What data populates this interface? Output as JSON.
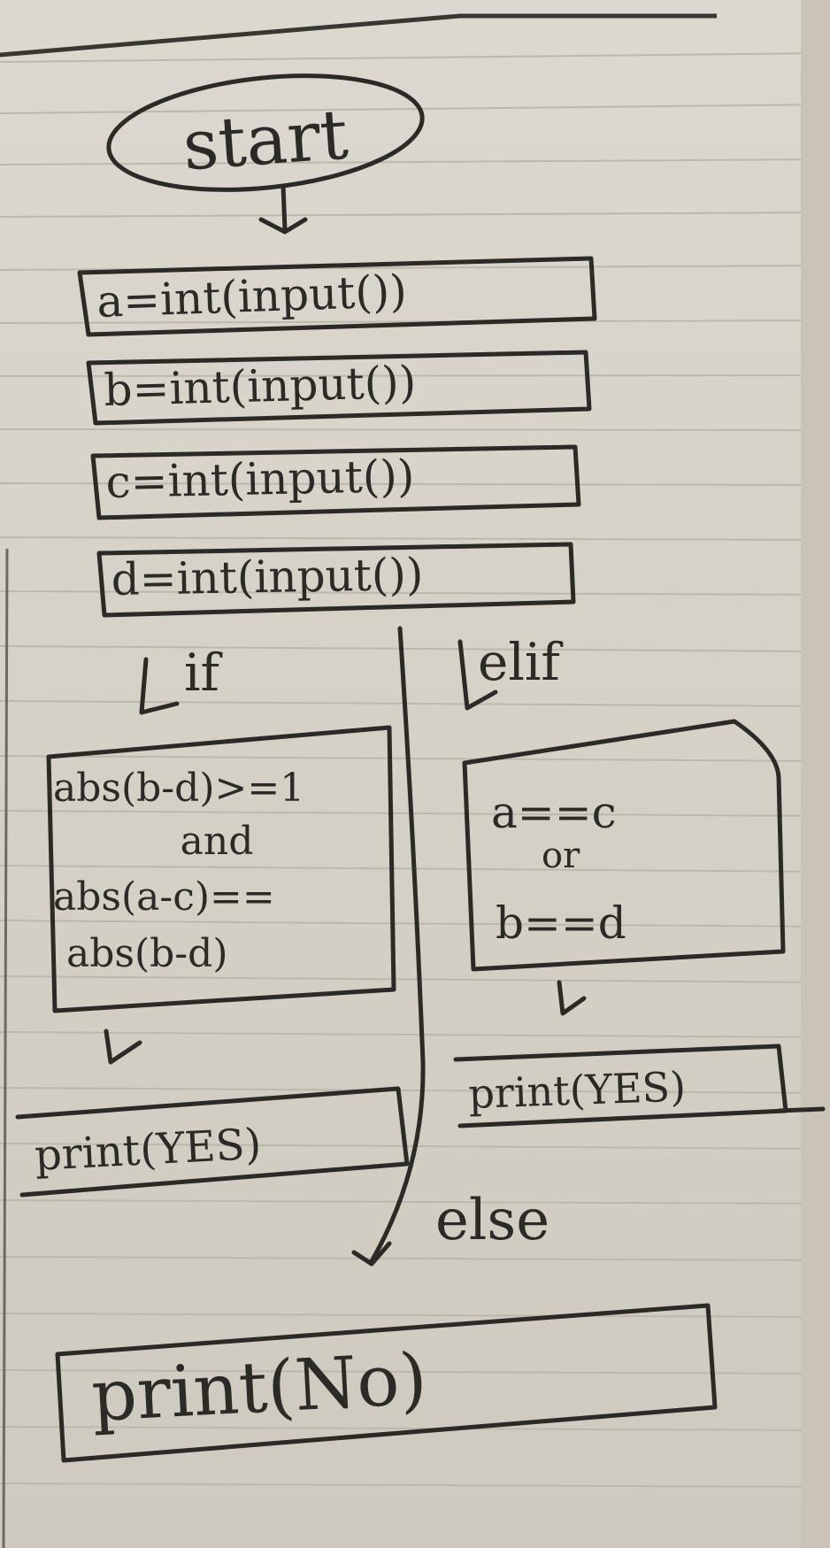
{
  "flowchart": {
    "start": "start",
    "inputs": [
      "a=int(input())",
      "b=int(input())",
      "c=int(input())",
      "d=int(input())"
    ],
    "if_label": "if",
    "elif_label": "elif",
    "else_label": "else",
    "if_condition": [
      "abs(b-d)>=1",
      "and",
      "abs(a-c)==",
      "abs(b-d)"
    ],
    "elif_condition": [
      "a==c",
      "or",
      "b==d"
    ],
    "if_output": "print(YES)",
    "elif_output": "print(YES)",
    "else_output": "print(No)"
  }
}
